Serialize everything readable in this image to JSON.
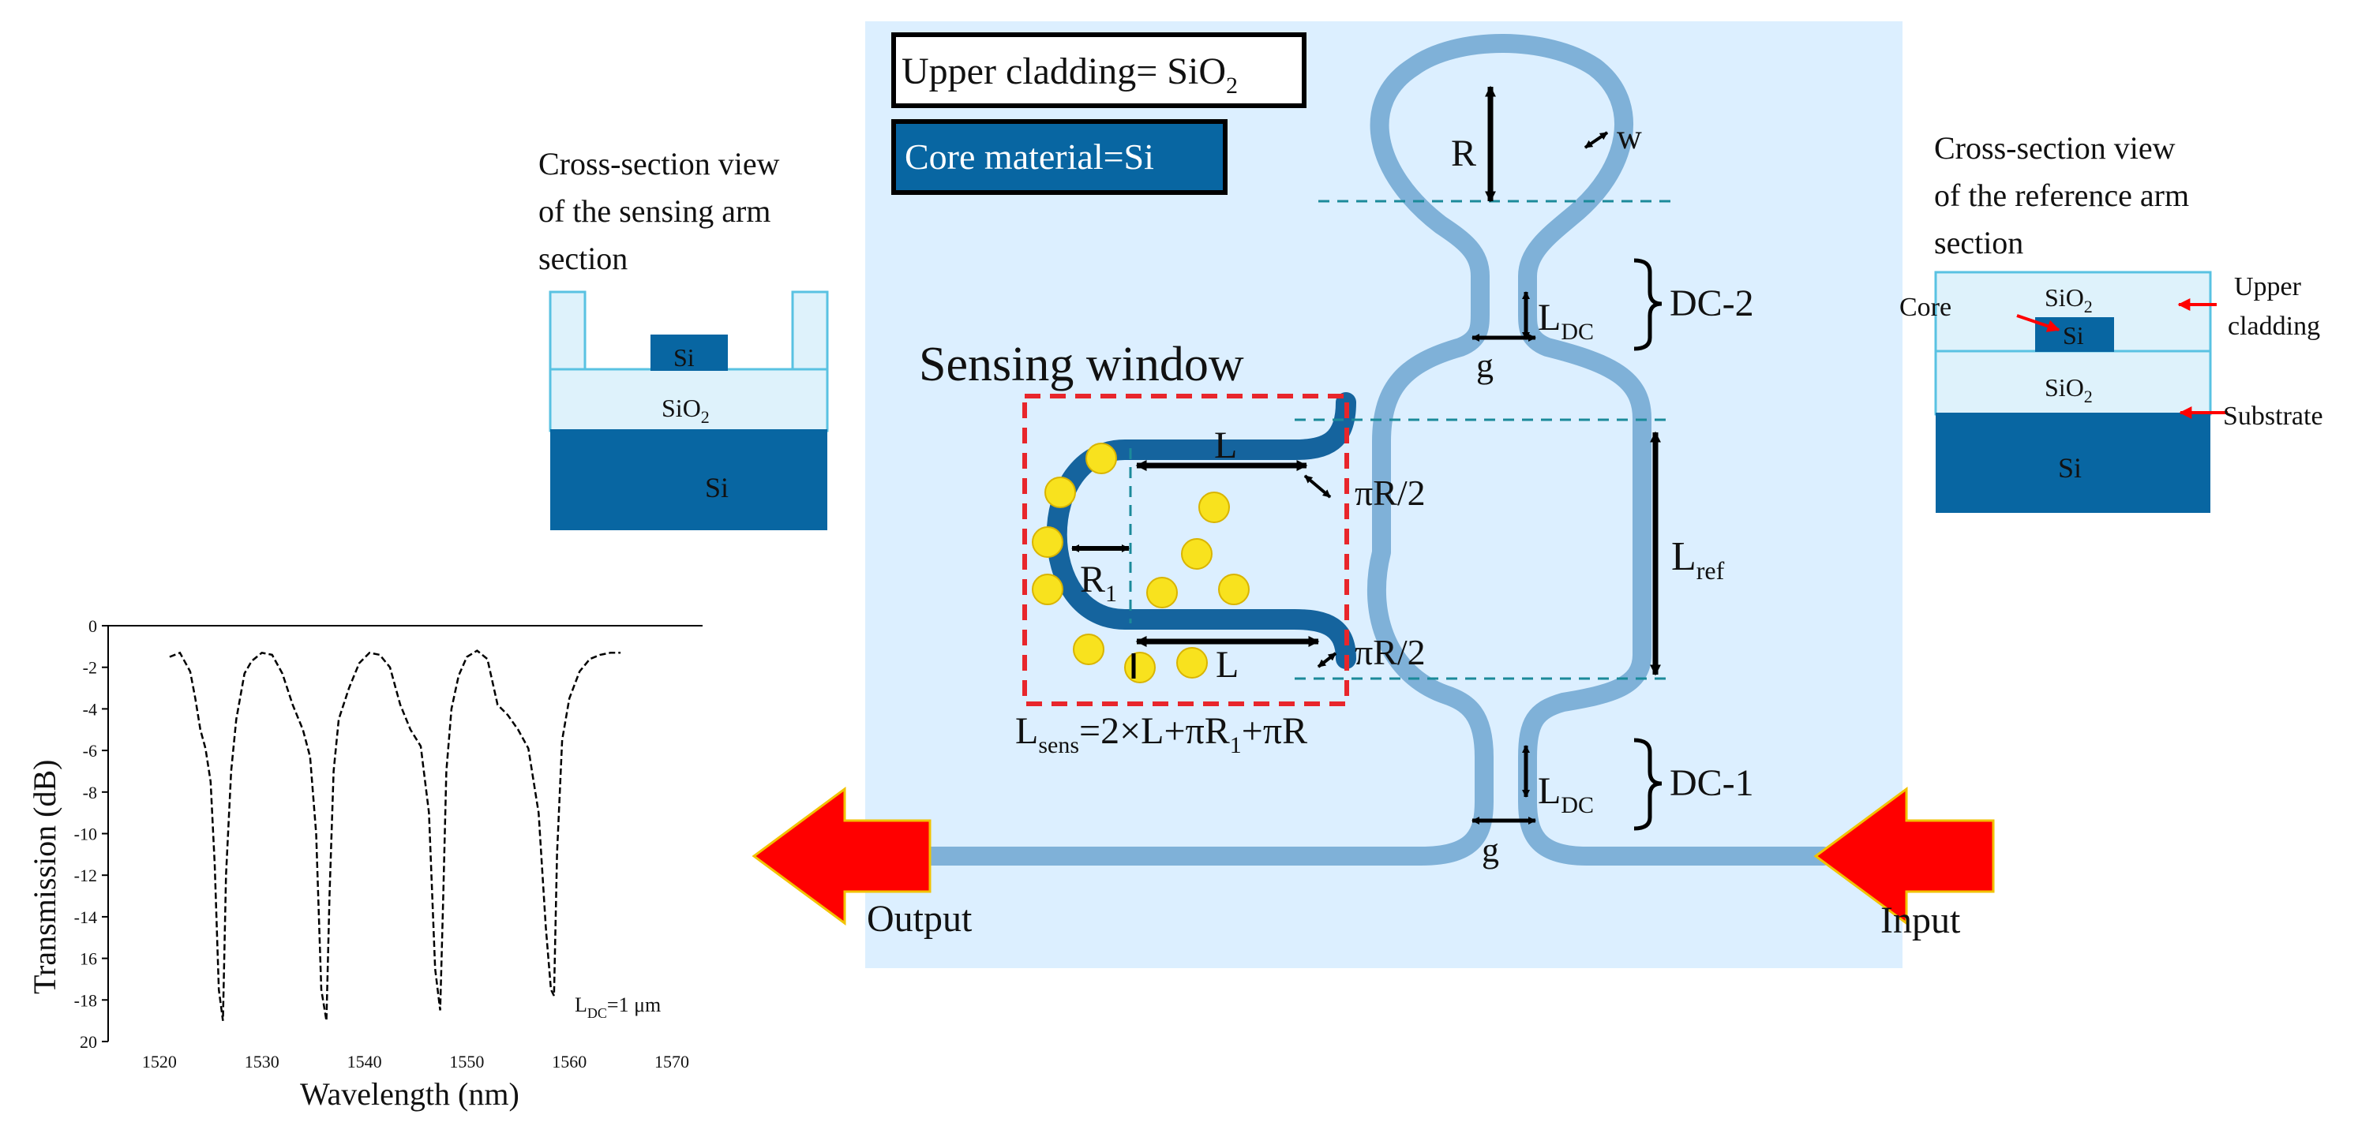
{
  "colors": {
    "panel_bg": "#dcefff",
    "waveguide_light": "#7fb1d8",
    "waveguide_dark": "#15649e",
    "substrate": "#0866a2",
    "cladding": "#def2fb",
    "cladding_edge": "#59c2e2",
    "particle": "#f8e21e",
    "arrow": "#ff0000",
    "window_border": "#e8262b",
    "guide_line": "#1b8a9a"
  },
  "labels": {
    "upper_cladding_box": "Upper cladding= SiO",
    "upper_cladding_sub": "2",
    "core_box": "Core material=Si",
    "sensing_window": "Sensing window",
    "output": "Output",
    "input": "Input",
    "R": "R",
    "w": "w",
    "L_main": "L",
    "L_sub": "DC",
    "dc2": "DC-2",
    "dc1": "DC-1",
    "g": "g",
    "L_top": "L",
    "L_bottom": "L",
    "pi_r2": "πR/2",
    "R1_main": "R",
    "R1_sub": "1",
    "Lref_main": "L",
    "Lref_sub": "ref",
    "lsens_main": "L",
    "lsens_sub": "sens",
    "lsens_eq_a": "=2×L+πR",
    "lsens_eq_sub": "1",
    "lsens_eq_b": "+πR"
  },
  "left_cross_section": {
    "title_lines": [
      "Cross-section view",
      "of the sensing arm",
      "section"
    ],
    "core": "Si",
    "lower_cladding": "SiO",
    "lower_cladding_sub": "2",
    "substrate": "Si"
  },
  "right_cross_section": {
    "title_lines": [
      "Cross-section view",
      "of the reference arm",
      "section"
    ],
    "upper_cladding": "SiO",
    "upper_cladding_sub": "2",
    "core": "Si",
    "lower_cladding": "SiO",
    "lower_cladding_sub": "2",
    "substrate": "Si",
    "annot_core": "Core",
    "annot_upper_1": "Upper",
    "annot_upper_2": "cladding",
    "annot_substrate": "Substrate"
  },
  "chart_data": {
    "type": "line",
    "xlabel": "Wavelength (nm)",
    "ylabel": "Transmission (dB)",
    "x_ticks": [
      1520,
      1530,
      1540,
      1550,
      1560,
      1570
    ],
    "y_ticks": [
      "0",
      "-2",
      "-4",
      "-6",
      "-8",
      "-10",
      "-12",
      "-14",
      "16",
      "-18",
      "20"
    ],
    "xlim": [
      1515,
      1573
    ],
    "ylim": [
      -20,
      0
    ],
    "annotation_main": "L",
    "annotation_sub": "DC",
    "annotation_rest": "=1 μm",
    "series": [
      {
        "x": [
          1521,
          1522,
          1523,
          1523.5,
          1524,
          1524.5,
          1525,
          1525.4,
          1525.8,
          1526.2,
          1526.5,
          1527,
          1527.5,
          1528.3,
          1529,
          1530,
          1531,
          1532,
          1533,
          1534,
          1534.7,
          1535.3,
          1535.8,
          1536.3,
          1536.6,
          1537,
          1537.5,
          1538.5,
          1539.5,
          1540.5,
          1541.5,
          1542.5,
          1543.5,
          1544.5,
          1545.5,
          1546.3,
          1546.9,
          1547.4,
          1547.7,
          1548,
          1548.5,
          1549.2,
          1550,
          1551,
          1552,
          1553,
          1554,
          1555,
          1556,
          1557,
          1557.7,
          1558.2,
          1558.5,
          1558.8,
          1559.3,
          1560,
          1561,
          1562,
          1563,
          1564,
          1565
        ],
        "y": [
          -1.5,
          -1.3,
          -2.2,
          -3.5,
          -5.0,
          -5.9,
          -7.5,
          -11.5,
          -17.5,
          -19.0,
          -12.0,
          -7.0,
          -4.5,
          -2.3,
          -1.7,
          -1.3,
          -1.4,
          -2.3,
          -3.8,
          -5.0,
          -6.3,
          -10.0,
          -17.5,
          -19.0,
          -13.0,
          -7.0,
          -4.5,
          -3.0,
          -1.8,
          -1.3,
          -1.4,
          -2.0,
          -3.8,
          -5.0,
          -5.8,
          -9.0,
          -16.5,
          -18.5,
          -13.0,
          -7.0,
          -4.0,
          -2.4,
          -1.5,
          -1.2,
          -1.6,
          -3.8,
          -4.3,
          -5.0,
          -5.9,
          -9.0,
          -14.5,
          -17.5,
          -17.8,
          -11.0,
          -5.5,
          -3.5,
          -2.2,
          -1.6,
          -1.4,
          -1.3,
          -1.3
        ]
      }
    ]
  }
}
